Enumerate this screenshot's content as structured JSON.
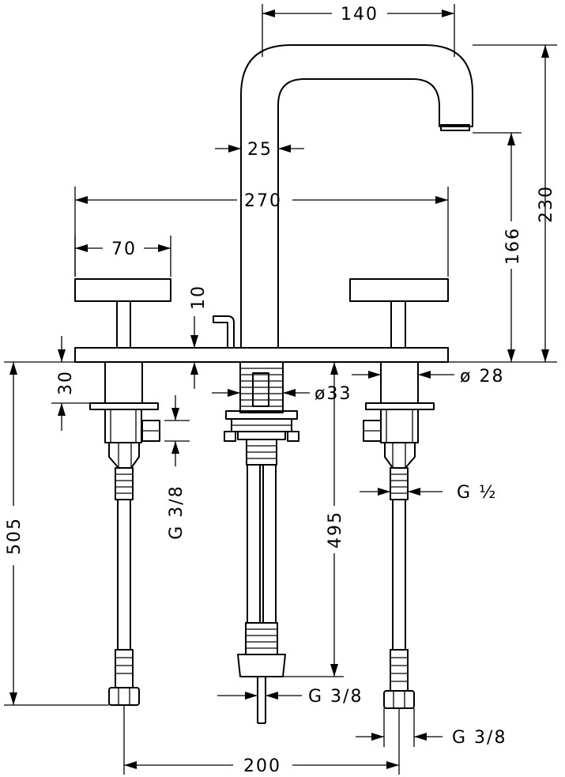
{
  "diagram": {
    "dimensions": {
      "spout_reach": "140",
      "spout_tube": "25",
      "overall_width": "270",
      "handle_width": "70",
      "plate_thickness": "10",
      "overall_height": "230",
      "outlet_height": "166",
      "valve_body": "30",
      "shank_diameter": "ø33",
      "valve_diameter": "ø 28",
      "hot_cold_connection": "G ½",
      "side_thread": "G 3/8",
      "hose_length": "505",
      "center_hose_length": "495",
      "center_connection": "G 3/8",
      "hose_connection": "G 3/8",
      "handle_spacing": "200"
    }
  }
}
